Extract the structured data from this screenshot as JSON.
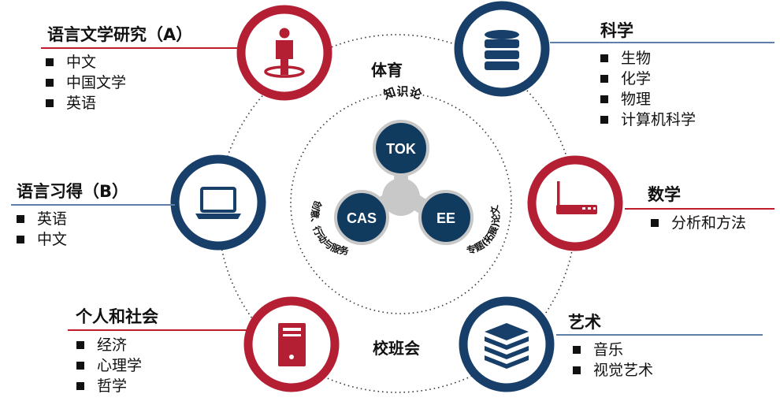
{
  "colors": {
    "red": "#B41F34",
    "blue": "#173F69",
    "core_fill": "#113A5F",
    "connector": "#C8C8C8",
    "ring": "#333333",
    "line_red": "#C01C2C",
    "line_blue": "#5E7FA8"
  },
  "groups": {
    "language_lit": {
      "title": "语言文学研究（A）",
      "items": [
        "中文",
        "中国文学",
        "英语"
      ],
      "icon": "person-target-icon"
    },
    "science": {
      "title": "科学",
      "items": [
        "生物",
        "化学",
        "物理",
        "计算机科学"
      ],
      "icon": "database-icon"
    },
    "language_acq": {
      "title": "语言习得（B）",
      "items": [
        "英语",
        "中文"
      ],
      "icon": "laptop-icon"
    },
    "math": {
      "title": "数学",
      "items": [
        "分析和方法"
      ],
      "icon": "router-icon"
    },
    "individuals": {
      "title": "个人和社会",
      "items": [
        "经济",
        "心理学",
        "哲学"
      ],
      "icon": "server-tower-icon"
    },
    "arts": {
      "title": "艺术",
      "items": [
        "音乐",
        "视觉艺术"
      ],
      "icon": "layers-stack-icon"
    }
  },
  "ring_labels": {
    "pe": "体育",
    "class_meeting": "校班会"
  },
  "core": {
    "tok": {
      "label": "TOK",
      "caption": "知识论"
    },
    "cas": {
      "label": "CAS",
      "caption": "创意、行动与服务"
    },
    "ee": {
      "label": "EE",
      "caption": "专题(拓展)论文"
    }
  }
}
